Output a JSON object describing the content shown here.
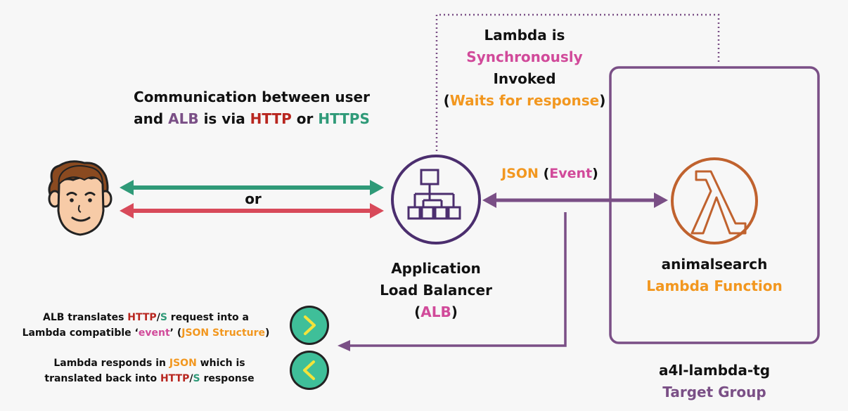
{
  "comm": {
    "l1": "Communication between user",
    "l2a": "and ",
    "l2b": "ALB",
    "l2c": " is via ",
    "l2d": "HTTP",
    "l2e": " or ",
    "l2f": "HTTPS"
  },
  "or_label": "or",
  "lambda_note": {
    "l1": "Lambda is",
    "l2": "Synchronously",
    "l3": "Invoked",
    "l4a": "(",
    "l4b": "Waits for response",
    "l4c": ")"
  },
  "json_label": {
    "a": "JSON",
    "b": " (",
    "c": "Event",
    "d": ")"
  },
  "alb": {
    "l1": "Application",
    "l2": "Load Balancer",
    "l3a": "(",
    "l3b": "ALB",
    "l3c": ")"
  },
  "lambda_fn": {
    "name": "animalsearch",
    "type": "Lambda Function"
  },
  "target_group": {
    "name": "a4l-lambda-tg",
    "type": "Target Group"
  },
  "note1": {
    "l1a": "ALB translates ",
    "l1b": "HTTP",
    "l1c": "/",
    "l1d": "S",
    "l1e": " request into a",
    "l2a": "Lambda compatible ‘",
    "l2b": "event",
    "l2c": "’ (",
    "l2d": "JSON Structure",
    "l2e": ")"
  },
  "note2": {
    "l1a": "Lambda responds in ",
    "l1b": "JSON",
    "l1c": " which is",
    "l2a": "translated back into ",
    "l2b": "HTTP",
    "l2c": "/",
    "l2d": "S",
    "l2e": " response"
  },
  "colors": {
    "purple": "#7a4f86",
    "red": "#b8261f",
    "green": "#2f9a78",
    "pink": "#d14a9a",
    "orange": "#f2971f",
    "lambda_orange": "#c0622e",
    "teal_button": "#3fbf99"
  },
  "icons": [
    "user-face-icon",
    "load-balancer-icon",
    "lambda-icon",
    "chevron-right-icon",
    "chevron-left-icon"
  ]
}
